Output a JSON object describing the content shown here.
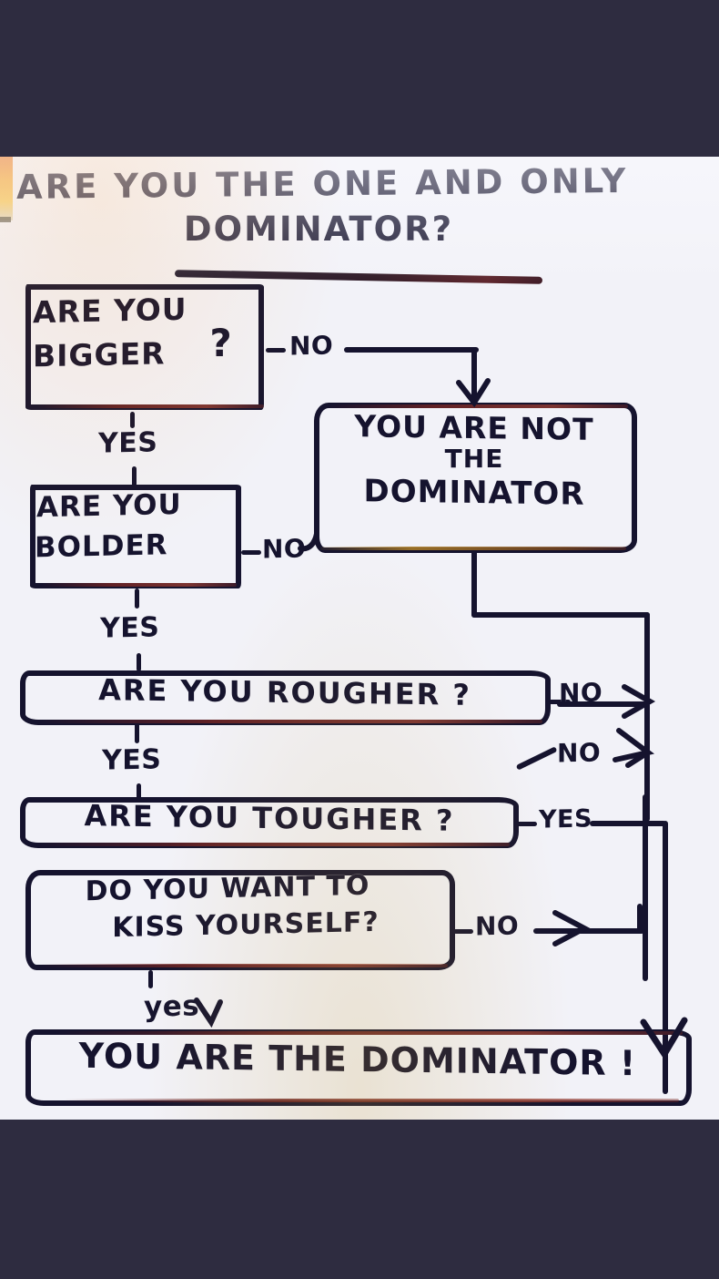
{
  "image": {
    "kind": "photo-of-handdrawn-flowchart",
    "letterbox_color": "#2e2c40",
    "paper_color": "#f2f2f8",
    "ink_color": "#15132e"
  },
  "flowchart": {
    "title_line1": "ARE YOU THE ONE AND ONLY",
    "title_line2": "DOMINATOR?",
    "nodes": {
      "bigger": {
        "line1": "ARE YOU",
        "line2": "BIGGER",
        "mark": "?"
      },
      "bolder": {
        "line1": "ARE YOU",
        "line2": "BOLDER"
      },
      "rougher": {
        "text": "ARE YOU  ROUGHER ?"
      },
      "tougher": {
        "text": "ARE YOU TOUGHER ?"
      },
      "kiss": {
        "line1": "DO  YOU WANT TO",
        "line2": "KISS YOURSELF?"
      },
      "not_dominator": {
        "line1": "YOU ARE NOT",
        "line2": "THE",
        "line3": "DOMINATOR"
      },
      "dominator": {
        "text": "YOU ARE THE DOMINATOR !"
      }
    },
    "edges": [
      {
        "from": "bigger",
        "to": "not_dominator",
        "label": "NO"
      },
      {
        "from": "bigger",
        "to": "bolder",
        "label": "YES"
      },
      {
        "from": "bolder",
        "to": "not_dominator",
        "label": "NO"
      },
      {
        "from": "bolder",
        "to": "rougher",
        "label": "YES"
      },
      {
        "from": "rougher",
        "to": "right-rail",
        "label": "NO"
      },
      {
        "from": "rougher",
        "to": "tougher",
        "label": "YES"
      },
      {
        "from": "tougher",
        "to": "right-rail",
        "label": "NO"
      },
      {
        "from": "tougher",
        "to": "dominator-rail",
        "label": "YES"
      },
      {
        "from": "kiss",
        "to": "right-rail",
        "label": "NO"
      },
      {
        "from": "kiss",
        "to": "dominator",
        "label": "yes"
      }
    ],
    "labels": {
      "no_from_bigger": "NO",
      "yes_bigger_to_bolder": "YES",
      "no_from_bolder": "NO",
      "yes_bolder_to_rougher": "YES",
      "no_from_rougher": "NO",
      "yes_rougher_to_tougher": "YES",
      "no_from_tougher": "NO",
      "yes_from_tougher": "YES",
      "no_from_kiss": "NO",
      "yes_from_kiss": "yes"
    }
  }
}
